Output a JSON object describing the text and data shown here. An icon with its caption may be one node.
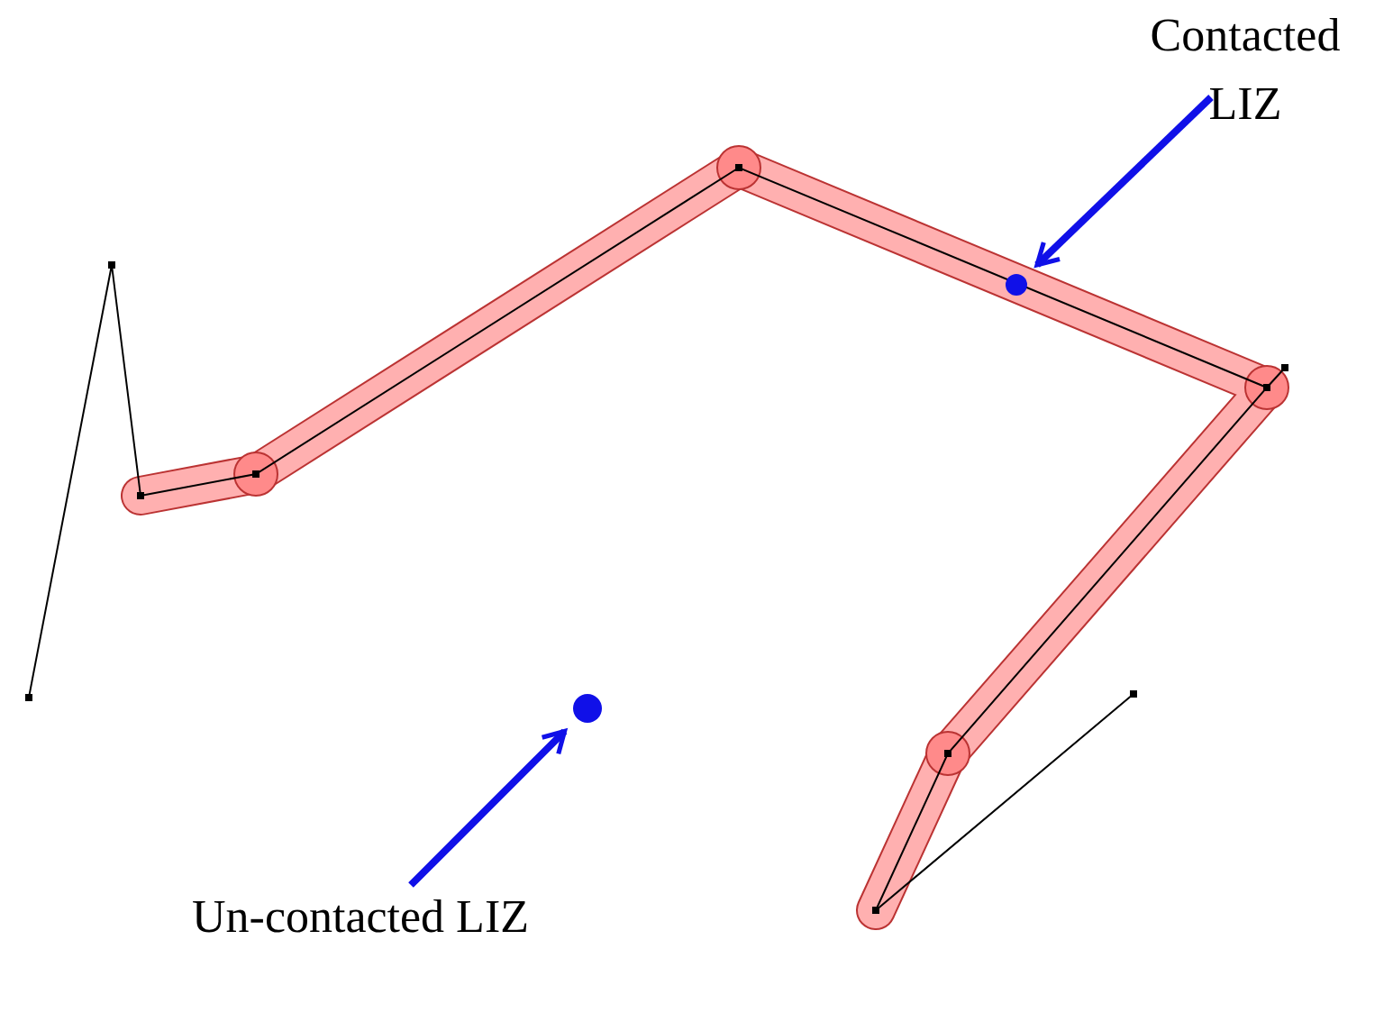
{
  "diagram": {
    "nodes": [
      {
        "text": [
          "Contacted LIZ"
        ]
      },
      {
        "text": [],
        "shape": "circle"
      },
      {
        "text": [
          "Un-contacted LIZ"
        ]
      },
      {
        "text": [],
        "shape": "circle"
      }
    ],
    "edges": [
      {
        "from": 0,
        "to": 1,
        "arrow": "to"
      },
      {
        "from": 2,
        "to": 3,
        "arrow": "to"
      }
    ]
  }
}
